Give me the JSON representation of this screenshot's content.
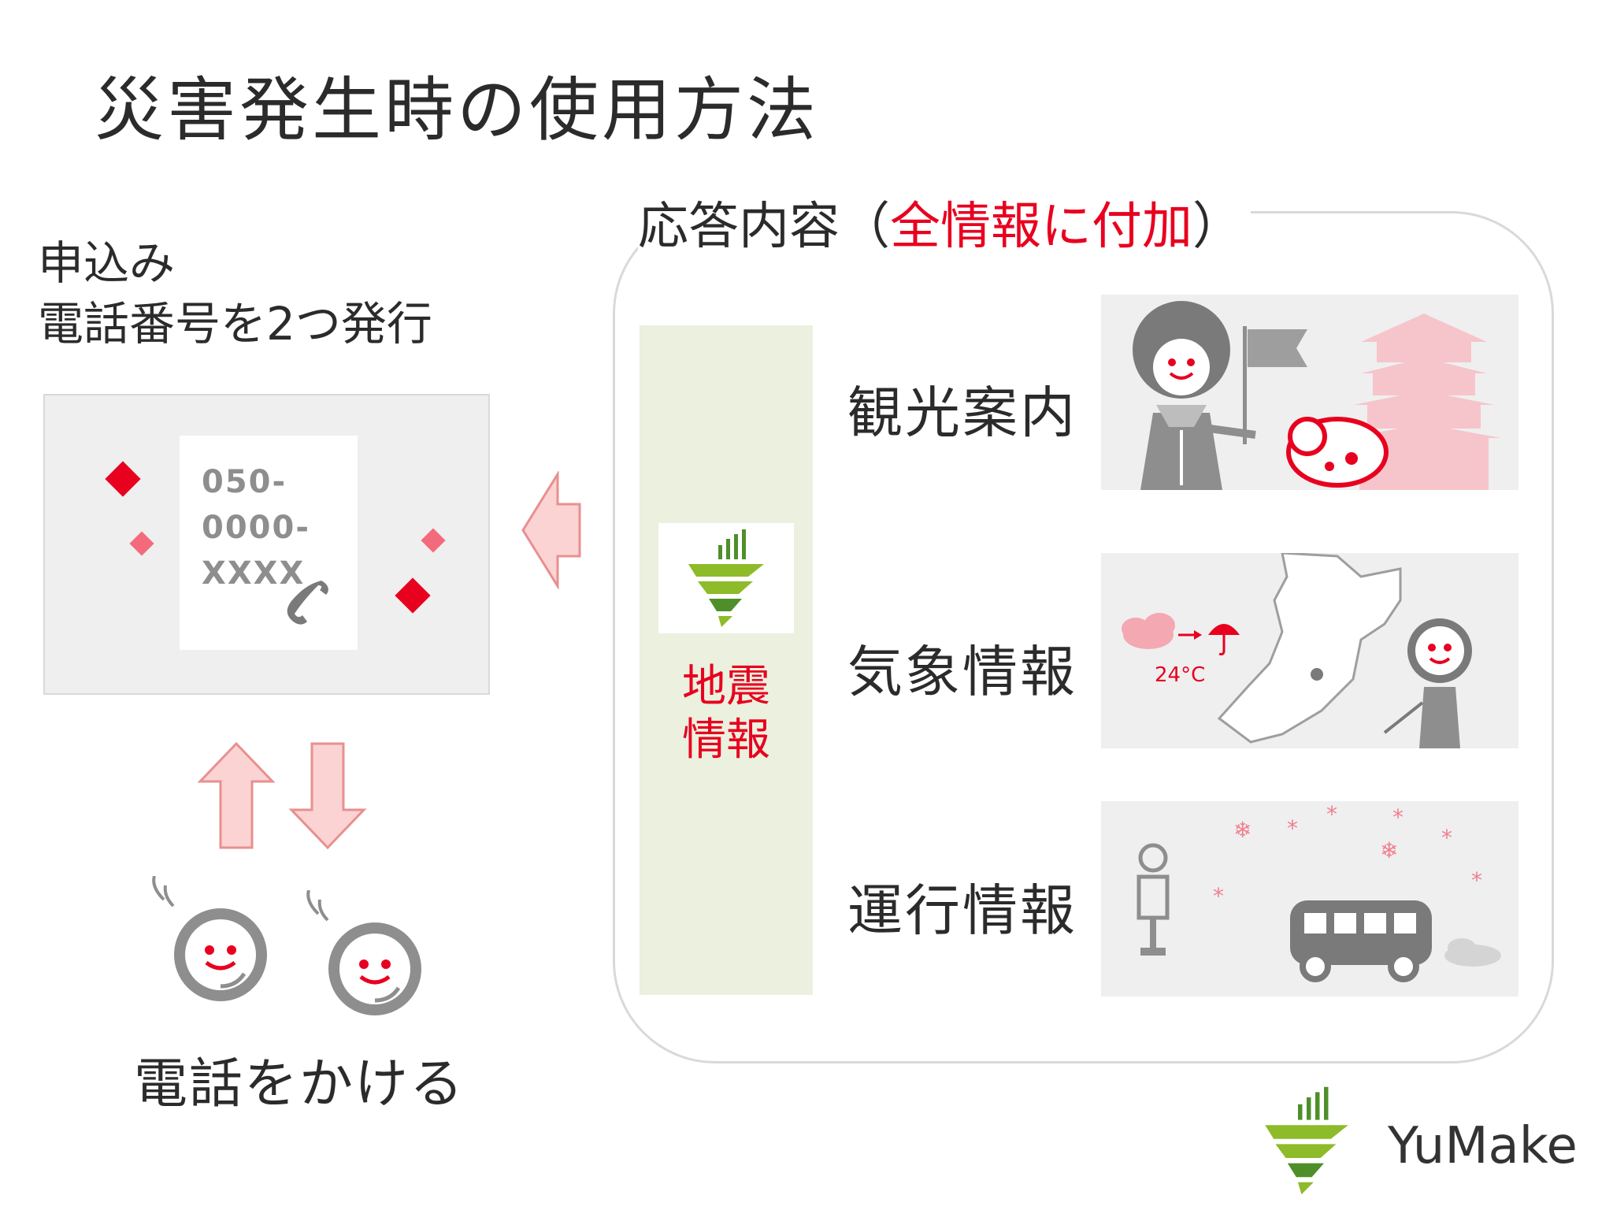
{
  "slide": {
    "title": "災害発生時の使用方法",
    "left": {
      "heading_line1": "申込み",
      "heading_line2": "電話番号を2つ発行",
      "phone_number_lines": [
        "050-",
        "0000-",
        "XXXX"
      ],
      "call_label": "電話をかける"
    },
    "response": {
      "heading_prefix": "応答内容（",
      "heading_highlight": "全情報に付加",
      "heading_suffix": "）",
      "earthquake_line1": "地震",
      "earthquake_line2": "情報",
      "items": [
        {
          "label": "観光案内",
          "illustration": "tourism-guide-illustration"
        },
        {
          "label": "気象情報",
          "illustration": "weather-illustration"
        },
        {
          "label": "運行情報",
          "illustration": "transit-illustration"
        }
      ],
      "weather_temp": "24°C"
    },
    "brand": {
      "name": "YuMake"
    },
    "colors": {
      "accent_red": "#e8001f",
      "arrow_fill": "#fbd3d3",
      "arrow_stroke": "#e88f8f",
      "logo_green": "#8dbb29",
      "logo_dark_green": "#4f8f2a",
      "gray_illustration": "#8e8e8e"
    },
    "icons": [
      "phone-handset-icon",
      "diamond-sparkle-icon",
      "arrow-left-icon",
      "arrow-up-icon",
      "arrow-down-icon",
      "caller-headset-icon",
      "yumake-logo-icon"
    ]
  }
}
